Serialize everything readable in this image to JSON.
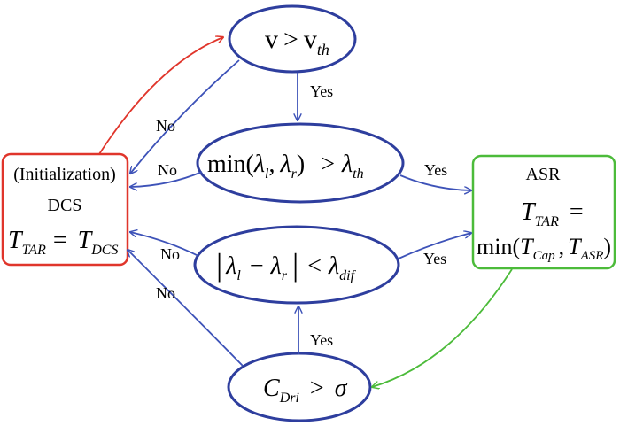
{
  "colors": {
    "ellipse_stroke": "#2e3e9e",
    "arrow_blue": "#3d52b8",
    "dcs_box": "#e0352b",
    "asr_box": "#4cbb3a",
    "init_arrow": "#e0352b",
    "asr_arrow": "#4cbb3a"
  },
  "nodes": {
    "velocity": {
      "v": "v",
      "op": ">",
      "v2": "v",
      "sub": "th"
    },
    "min_lambda": {
      "fn": "min(",
      "l": "λ",
      "sub_l": "l",
      "comma": ",",
      "r": "λ",
      "sub_r": "r",
      "close": ")",
      "op": ">",
      "th": "λ",
      "sub_th": "th"
    },
    "diff_lambda": {
      "bar": "|",
      "l": "λ",
      "sub_l": "l",
      "minus": "−",
      "r": "λ",
      "sub_r": "r",
      "bar2": "|",
      "op": "<",
      "dif": "λ",
      "sub_dif": "dif"
    },
    "driver": {
      "c": "C",
      "sub": "Dri",
      "op": ">",
      "sigma": "σ"
    }
  },
  "dcs_box": {
    "line1": "(Initialization)",
    "line2": "DCS",
    "t": "T",
    "t_sub": "TAR",
    "eq": "=",
    "t2": "T",
    "t2_sub": "DCS"
  },
  "asr_box": {
    "line1": "ASR",
    "t": "T",
    "t_sub": "TAR",
    "eq": "=",
    "fn": "min(",
    "cap": "T",
    "cap_sub": "Cap",
    "comma": ",",
    "asr": "T",
    "asr_sub": "ASR",
    "close": ")"
  },
  "edge_labels": {
    "yes_1": "Yes",
    "no_1": "No",
    "no_2": "No",
    "yes_2": "Yes",
    "no_3": "No",
    "yes_3": "Yes",
    "no_4": "No",
    "yes_4": "Yes"
  }
}
